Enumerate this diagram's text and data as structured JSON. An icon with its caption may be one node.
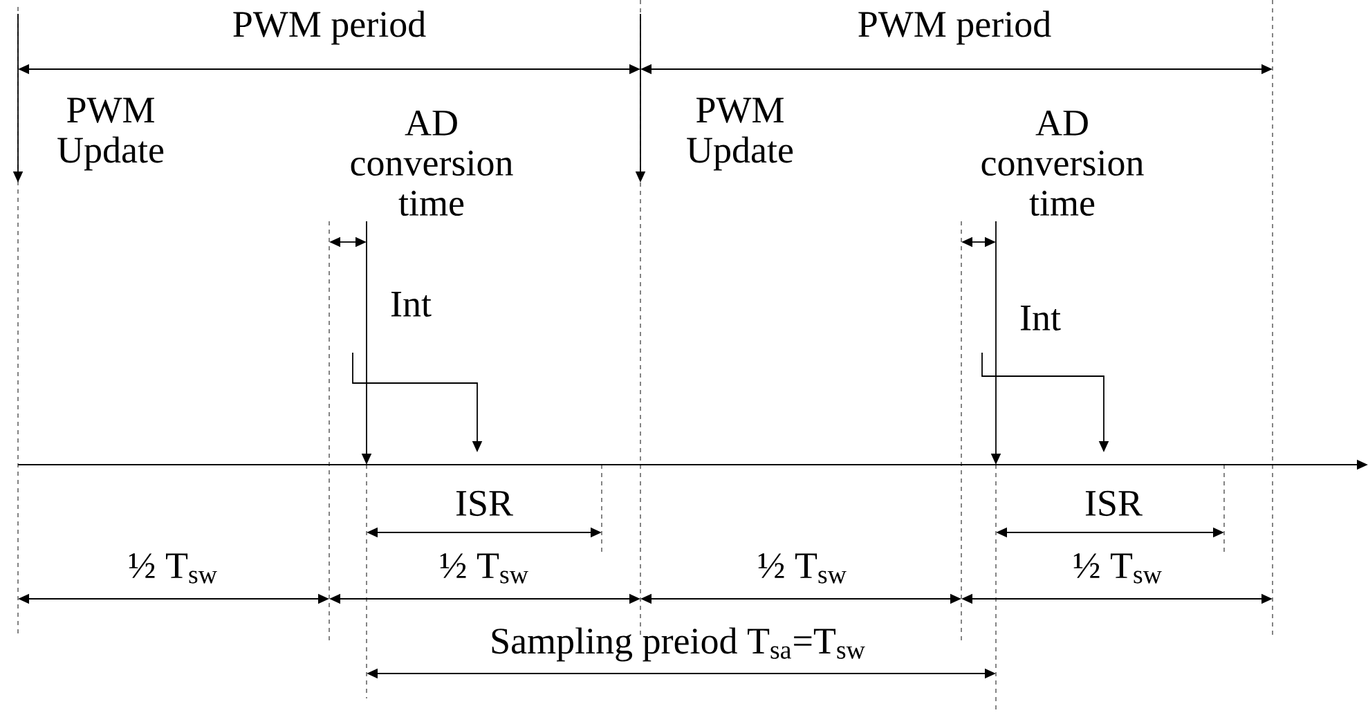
{
  "diagram": {
    "labels": [
      "PWM period",
      "PWM period",
      "PWM Update",
      "AD conversion time",
      "PWM Update",
      "AD conversion time",
      "Int",
      "Int",
      "ISR",
      "ISR",
      "½ T$_{sw}$",
      "½ T$_{sw}$",
      "½ T$_{sw}$",
      "½ T$_{sw}$",
      "Sampling preiod T$_{sa}$=T$_{sw}$"
    ]
  }
}
